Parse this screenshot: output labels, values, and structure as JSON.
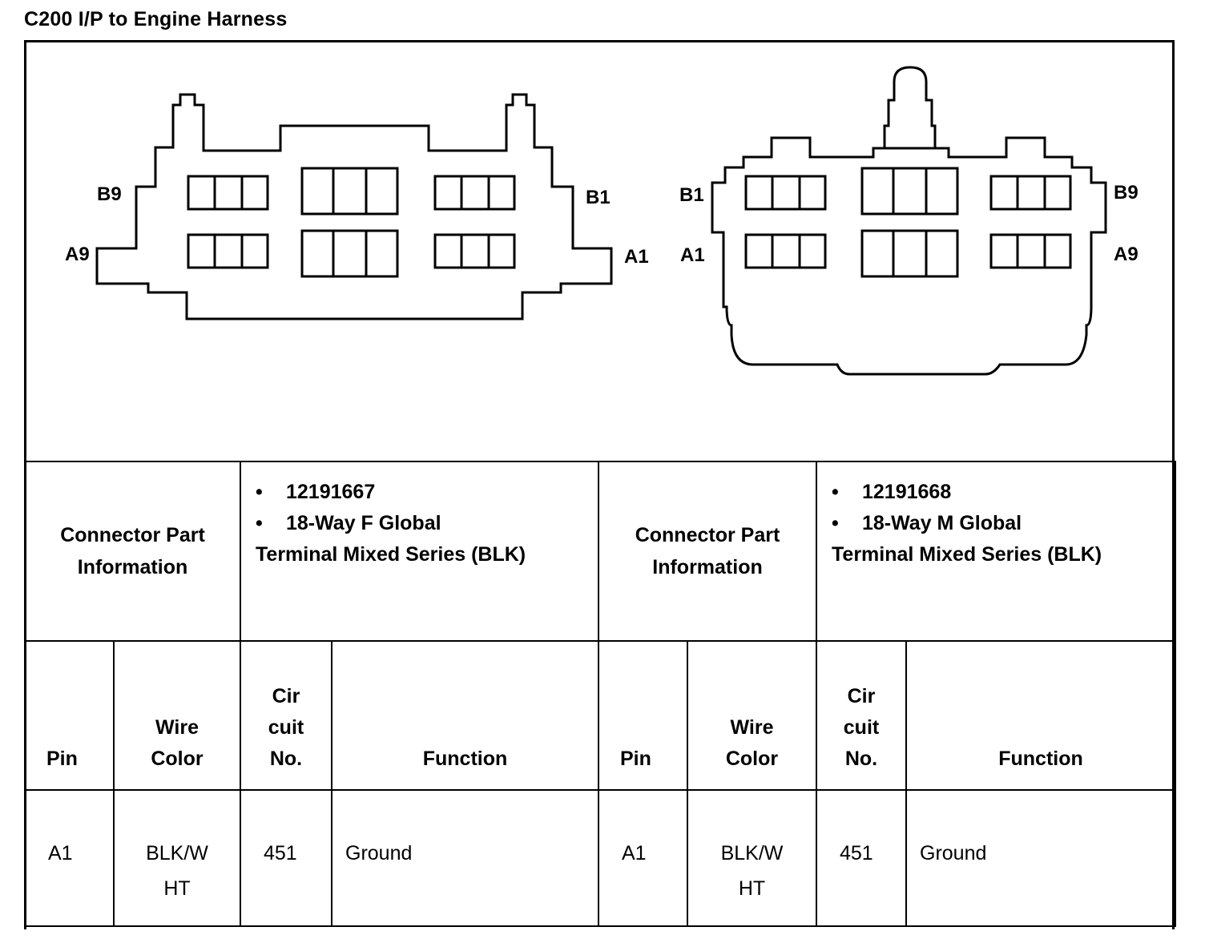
{
  "title": "C200 I/P to Engine Harness",
  "connector_left": {
    "labels": {
      "top_left": "B9",
      "bottom_left": "A9",
      "top_right": "B1",
      "bottom_right": "A1"
    },
    "part_header": "Connector Part Information",
    "part_number": "12191667",
    "description_line1": "18-Way F Global",
    "description_line2": "Terminal Mixed Series (BLK)"
  },
  "connector_right": {
    "labels": {
      "top_left": "B1",
      "bottom_left": "A1",
      "top_right": "B9",
      "bottom_right": "A9"
    },
    "part_header": "Connector Part Information",
    "part_number": "12191668",
    "description_line1": "18-Way M Global",
    "description_line2": "Terminal Mixed Series (BLK)"
  },
  "columns": {
    "pin": "Pin",
    "wire_color": "Wire Color",
    "circuit_no": "Cir cuit No.",
    "function": "Function"
  },
  "rows": [
    {
      "left": {
        "pin": "A1",
        "wire_color": "BLK/W HT",
        "circuit": "451",
        "function": "Ground"
      },
      "right": {
        "pin": "A1",
        "wire_color": "BLK/W HT",
        "circuit": "451",
        "function": "Ground"
      }
    }
  ]
}
